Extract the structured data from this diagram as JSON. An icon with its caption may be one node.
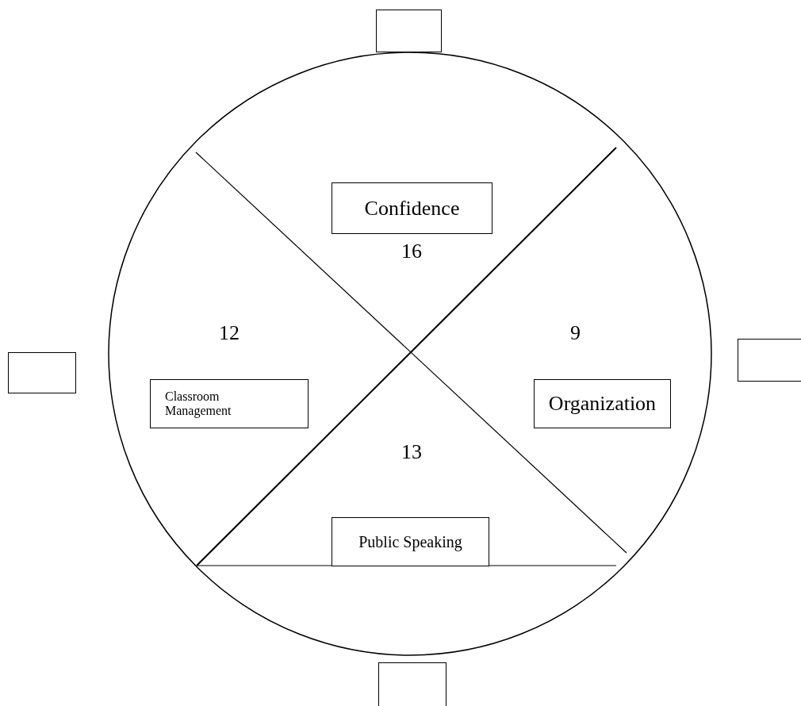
{
  "diagram": {
    "nodes": [
      {
        "text": [],
        "shape": "box"
      },
      {
        "text": [],
        "shape": "circle"
      },
      {
        "text": [
          "Confidence"
        ],
        "in": 1
      },
      {
        "text": [],
        "shape": "box"
      },
      {
        "text": [
          "Classroom Management"
        ],
        "in": 1
      },
      {
        "text": [
          "Organization"
        ],
        "in": 1
      },
      {
        "text": [],
        "shape": "box"
      },
      {
        "text": [
          "Public Speaking"
        ],
        "in": 1
      },
      {
        "text": [],
        "shape": "box"
      }
    ],
    "labels": [
      "16",
      "12",
      "9",
      "13"
    ]
  }
}
